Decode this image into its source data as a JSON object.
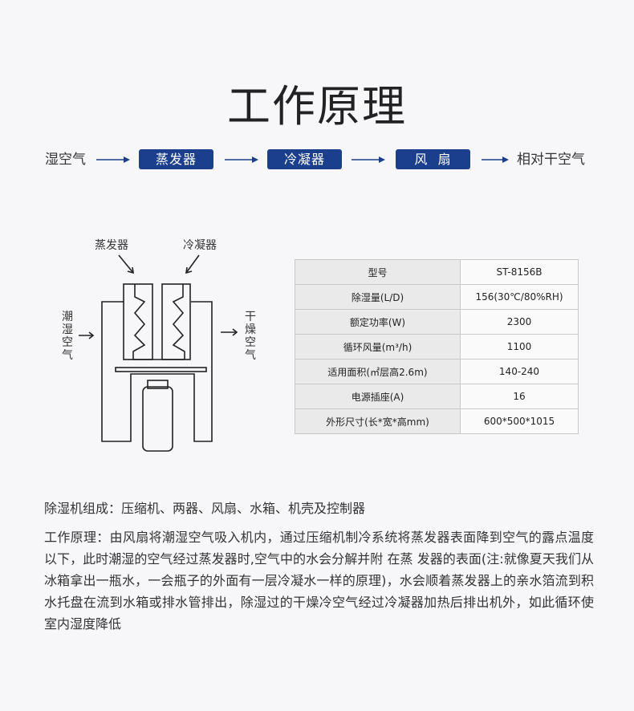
{
  "title": "工作原理",
  "flow": {
    "start": "湿空气",
    "step1": "蒸发器",
    "step2": "冷凝器",
    "step3": "风  扇",
    "end": "相对干空气"
  },
  "diagram": {
    "evaporator_label": "蒸发器",
    "condenser_label": "冷凝器",
    "left_label": "潮湿空气",
    "right_label": "干燥空气"
  },
  "spec_table": {
    "rows": [
      {
        "key": "型号",
        "value": "ST-8156B"
      },
      {
        "key": "除湿量(L/D)",
        "value": "156(30℃/80%RH)"
      },
      {
        "key": "额定功率(W)",
        "value": "2300"
      },
      {
        "key": "循环风量(m³/h)",
        "value": "1100"
      },
      {
        "key": "适用面积(㎡层高2.6m)",
        "value": "140-240"
      },
      {
        "key": "电源插座(A)",
        "value": "16"
      },
      {
        "key": "外形尺寸(长*宽*高mm)",
        "value": "600*500*1015"
      }
    ]
  },
  "composition": "除湿机组成：压缩机、两器、风扇、水箱、机壳及控制器",
  "principle": "工作原理：由风扇将潮湿空气吸入机内，通过压缩机制冷系统将蒸发器表面降到空气的露点温度以下，此时潮湿的空气经过蒸发器时,空气中的水会分解并附 在蒸 发器的表面(注:就像夏天我们从冰箱拿出一瓶水，一会瓶子的外面有一层冷凝水一样的原理)，水会顺着蒸发器上的亲水箔流到积水托盘在流到水箱或排水管排出，除湿过的干燥冷空气经过冷凝器加热后排出机外，如此循环使室内湿度降低",
  "colors": {
    "accent": "#1c3f8d",
    "arrow": "#1c3f8d"
  }
}
